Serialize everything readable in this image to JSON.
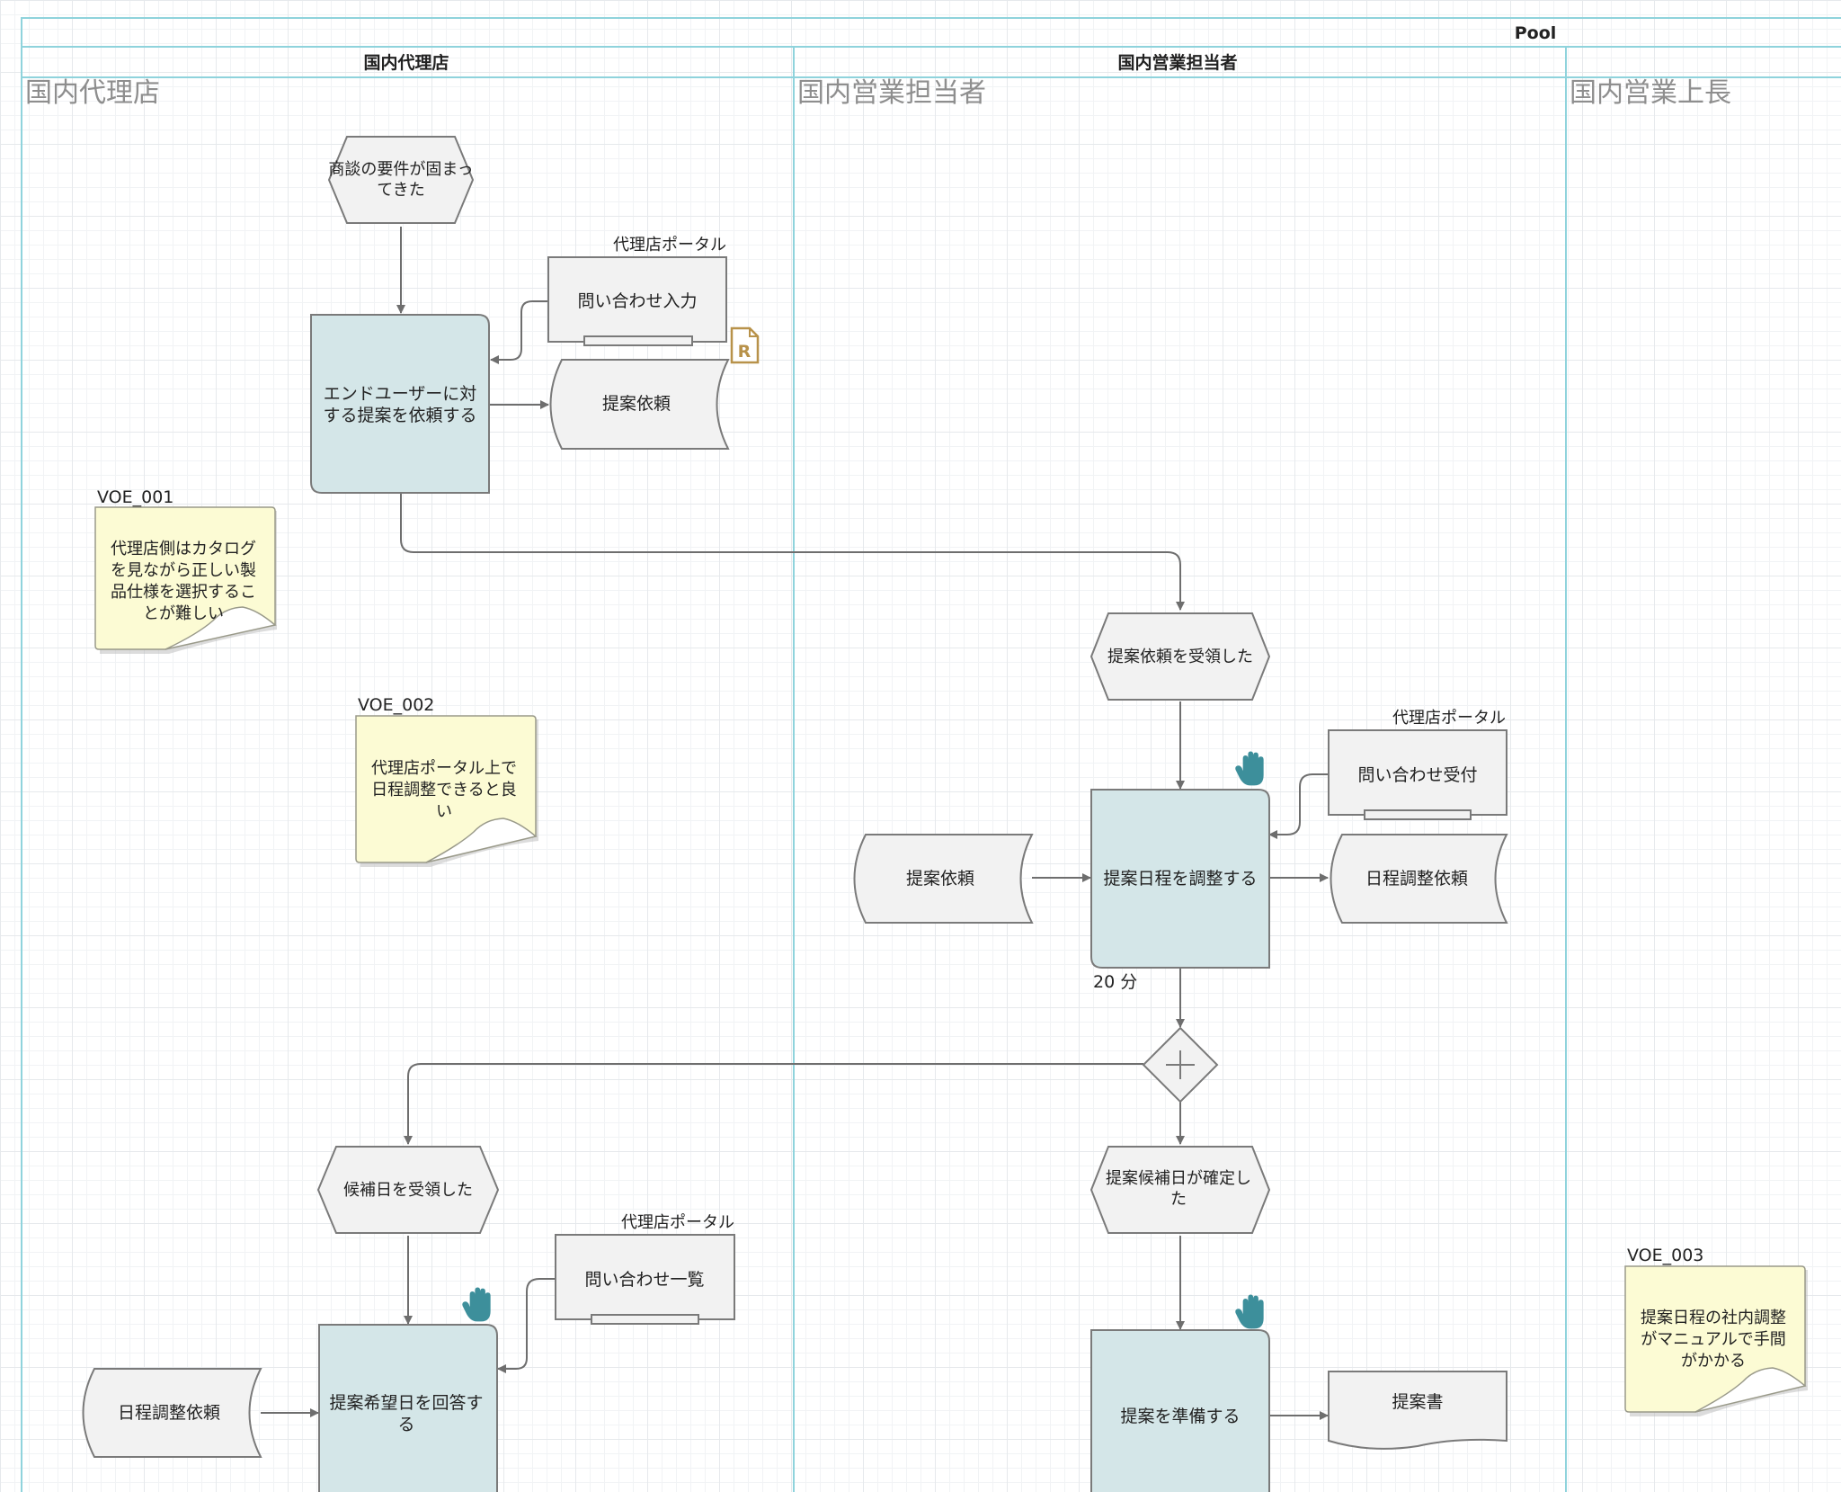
{
  "pool": {
    "title": "Pool"
  },
  "lanes": [
    {
      "header": "国内代理店",
      "watermark": "国内代理店"
    },
    {
      "header": "国内営業担当者",
      "watermark": "国内営業担当者"
    },
    {
      "header": "",
      "watermark": "国内営業上長"
    }
  ],
  "events": {
    "e1": "商談の要件が固まってきた",
    "e2": "提案依頼を受領した",
    "e3": "候補日を受領した",
    "e4": "提案候補日が確定した"
  },
  "tasks": {
    "t1": "エンドユーザーに対する提案を依頼する",
    "t2": "提案日程を調整する",
    "t3": "提案希望日を回答する",
    "t4": "提案を準備する"
  },
  "duration": {
    "t2": "20 分"
  },
  "systems": {
    "s1": {
      "label": "代理店ポータル",
      "text": "問い合わせ入力"
    },
    "s2": {
      "label": "代理店ポータル",
      "text": "問い合わせ受付"
    },
    "s3": {
      "label": "代理店ポータル",
      "text": "問い合わせ一覧"
    }
  },
  "documents": {
    "d1": "提案依頼",
    "d2": "提案依頼",
    "d3": "日程調整依頼",
    "d4": "日程調整依頼",
    "d5": "提案書"
  },
  "notes": [
    {
      "id": "VOE_001",
      "text": "代理店側はカタログを見ながら正しい製品仕様を選択することが難しい"
    },
    {
      "id": "VOE_002",
      "text": "代理店ポータル上で日程調整できると良い"
    },
    {
      "id": "VOE_003",
      "text": "提案日程の社内調整がマニュアルで手間がかかる"
    }
  ],
  "icons": {
    "manual_task": "hand-icon",
    "report": "report-r-icon",
    "gateway": "parallel-gateway-plus"
  },
  "colors": {
    "task_fill": "#d4e6e8",
    "note_fill": "#fcfbd4",
    "lane_line": "#8fd3dc",
    "hand": "#3d8f9b",
    "report": "#b8924a"
  }
}
